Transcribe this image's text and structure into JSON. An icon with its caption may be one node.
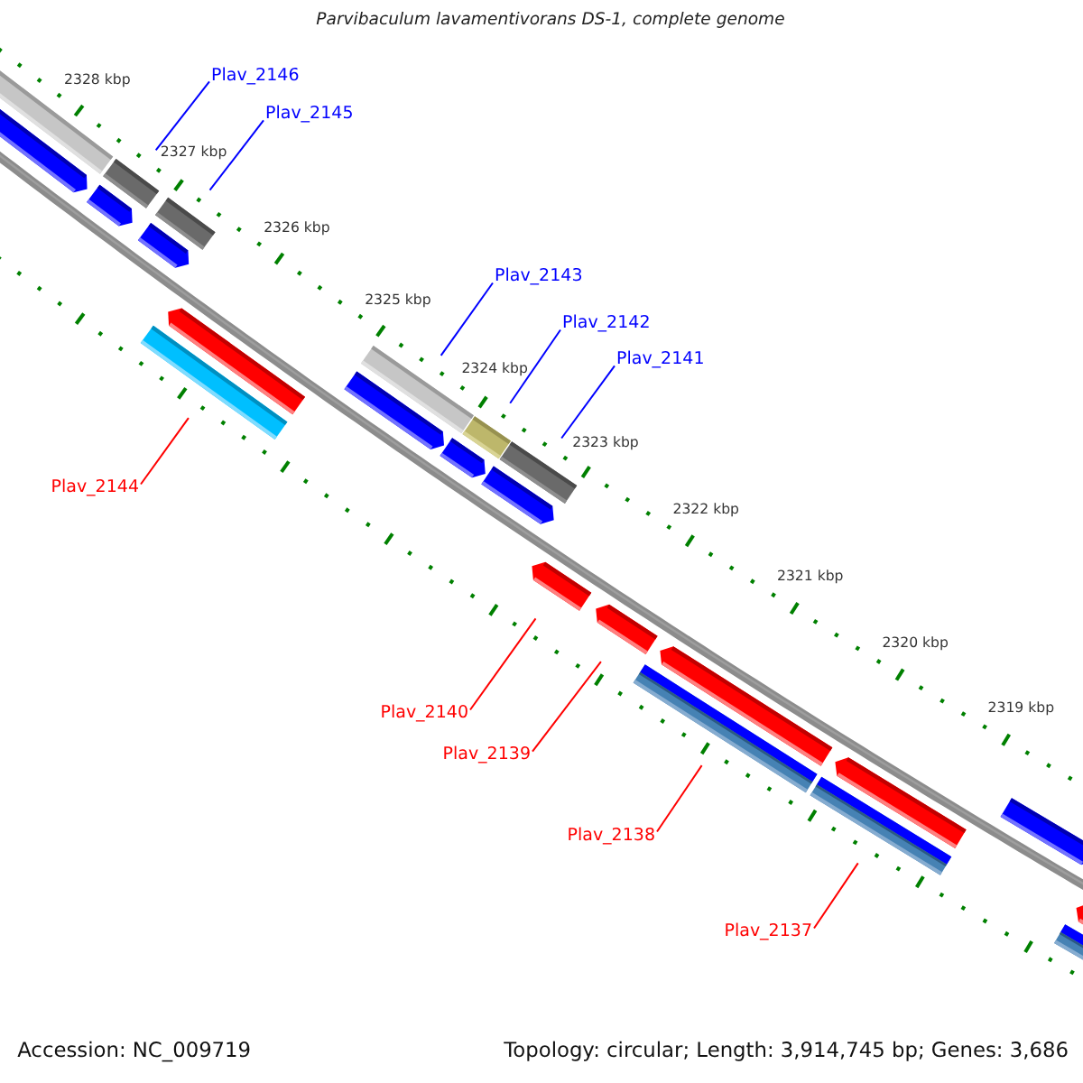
{
  "diagram": {
    "title": "Parvibaculum lavamentivorans DS-1, complete genome",
    "nodes": [
      {
        "text": [
          "Plav_2146"
        ]
      },
      {
        "text": [
          "Plav_2145"
        ]
      },
      {
        "text": [
          "Plav_2143"
        ]
      },
      {
        "text": [
          "Plav_2142"
        ]
      },
      {
        "text": [
          "Plav_2141"
        ]
      },
      {
        "text": [
          "Plav_2144"
        ]
      },
      {
        "text": [
          "Plav_2140"
        ]
      },
      {
        "text": [
          "Plav_2139"
        ]
      },
      {
        "text": [
          "Plav_2138"
        ]
      },
      {
        "text": [
          "Plav_2137"
        ]
      },
      {
        "text": [],
        "shape": "bar"
      },
      {
        "text": [],
        "shape": "bar"
      },
      {
        "text": [],
        "shape": "bar"
      },
      {
        "text": [],
        "shape": "bar"
      },
      {
        "text": [],
        "shape": "bar"
      },
      {
        "text": [],
        "shape": "bar"
      },
      {
        "text": [],
        "shape": "bar"
      },
      {
        "text": [],
        "shape": "bar"
      },
      {
        "text": [],
        "shape": "bar"
      },
      {
        "text": [],
        "shape": "bar"
      }
    ],
    "edges": [
      {
        "from": 0,
        "to": 10,
        "arrow": "none",
        "color": "#0000ff"
      },
      {
        "from": 1,
        "to": 12,
        "arrow": "none",
        "color": "#0000ff"
      },
      {
        "from": 2,
        "to": 13,
        "arrow": "none",
        "color": "#0000ff"
      },
      {
        "from": 3,
        "to": 14,
        "arrow": "none",
        "color": "#0000ff"
      },
      {
        "from": 4,
        "to": 15,
        "arrow": "none",
        "color": "#0000ff"
      },
      {
        "from": 5,
        "to": 11,
        "arrow": "none",
        "color": "#ff0000"
      },
      {
        "from": 6,
        "to": 16,
        "arrow": "none",
        "color": "#ff0000"
      },
      {
        "from": 7,
        "to": 17,
        "arrow": "none",
        "color": "#ff0000"
      },
      {
        "from": 8,
        "to": 18,
        "arrow": "none",
        "color": "#ff0000"
      },
      {
        "from": 9,
        "to": 19,
        "arrow": "none",
        "color": "#ff0000"
      }
    ],
    "labels": [
      "2328 kbp",
      "2327 kbp",
      "2326 kbp",
      "2325 kbp",
      "2324 kbp",
      "2323 kbp",
      "2322 kbp",
      "2321 kbp",
      "2320 kbp",
      "2319 kbp",
      "Accession: NC_009719",
      "Topology: circular; Length: 3,914,745 bp; Genes: 3,686"
    ]
  }
}
